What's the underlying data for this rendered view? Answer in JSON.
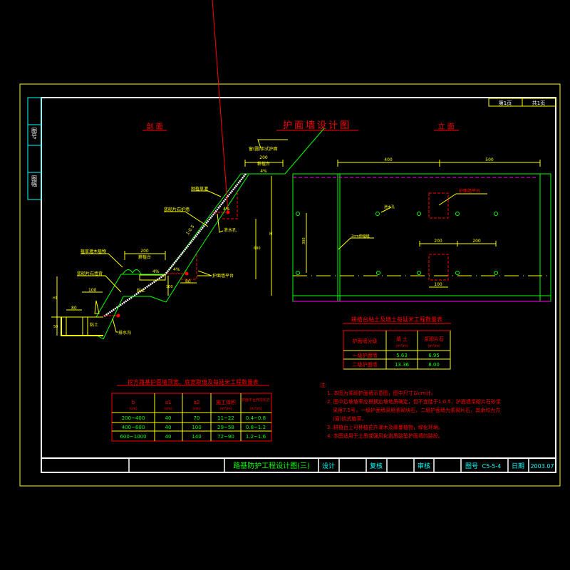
{
  "sheet": {
    "page_no": "第1页",
    "page_total": "共1页"
  },
  "side_labels": [
    "图号",
    "图幅"
  ],
  "titles": {
    "main": "护面墙设计图",
    "section": "剖  面",
    "elevation": "立  面"
  },
  "section_labels": {
    "top_label": "窗(圆)拱式护面",
    "platform_top_width": "200",
    "platform_top_name": "耕植台",
    "slope_4pct_a": "4%",
    "plant_cover": "种植草灌",
    "masonry": "浆砌片石护墙",
    "drain_hole": "泄水孔",
    "slope_ratio": "1:0.5",
    "grass": "植草灌木植物",
    "back_stone": "浆砌片石墙背",
    "bench_width": "200",
    "bench_name": "耕植台",
    "slope_4pct_b": "4%",
    "platform_mid": "护面墙平台",
    "clay": "粘土",
    "dim_80": "80",
    "dim_100": "100",
    "dim_100b": "100",
    "dim_80b": "80",
    "dim_h": "H",
    "dim_h1": "H1",
    "dim_h2": "600",
    "dim_50": "50",
    "clay_b": "粘土",
    "drain": "排水沟",
    "slope_4pct_c": "4%",
    "slope_4pct_d": "4%"
  },
  "elevation_labels": {
    "dim_left": "400",
    "dim_right": "500",
    "platform": "护面墙平台",
    "hole": "泄水孔",
    "expansion_joint": "2cm伸缩缝",
    "dim_200a": "200",
    "dim_200b": "200",
    "dim_100": "100",
    "dim_h": "300"
  },
  "table_a": {
    "title": "耕植台粘土及填土每延米工程数量表",
    "headers": [
      "护面墙分级",
      "填  土",
      "浆砌片石"
    ],
    "units": [
      "",
      "(m³/m)",
      "(m³/m)"
    ],
    "rows": [
      [
        "一级护面墙",
        "5.63",
        "6.95"
      ],
      [
        "二级护面墙",
        "13.36",
        "8.00"
      ]
    ]
  },
  "table_b": {
    "title": "挖方路基护面墙顶宽、底宽取值及每延米工程数量表",
    "headers": [
      "b",
      "a1",
      "a2",
      "施工体积",
      "护面平台开挖石方"
    ],
    "units": [
      "(cm)",
      "(cm)",
      "(cm)",
      "(m³/m)",
      "(m³/m)"
    ],
    "rows": [
      [
        "200~400",
        "40",
        "70",
        "11~22",
        "0.4~0.8"
      ],
      [
        "400~600",
        "40",
        "100",
        "29~58",
        "0.8~1.2"
      ],
      [
        "600~1000",
        "40",
        "140",
        "72~90",
        "1.2~1.6"
      ]
    ]
  },
  "notes": {
    "heading": "注:",
    "items": [
      "1. 本图为浆砌护面墙示意图，图中尺寸以cm计。",
      "2. 图中边坡坡率应根据边坡地质确定，但不宜陡于1:0.5，护面墙浆砌片石砂浆",
      "采用7.5号，一级护面墙采用浆砌块石，二级护面墙为浆砌片石，其余均为方",
      "(窗)拱式植草。",
      "3. 耕植台上可种植花卉灌木及藤蔓植物，绿化环境。",
      "4. 本图适用于土质或强风化岩质路堑护面墙的路段。"
    ]
  },
  "title_block": {
    "drawing_name": "路基防护工程设计图(三)",
    "design": "设计",
    "check": "复核",
    "review": "审核",
    "drawing_no_label": "图号",
    "drawing_no": "C5-5-4",
    "date_label": "日期",
    "date": "2003.07"
  },
  "colors": {
    "border": "#ffff00",
    "frame": "#ffffff",
    "text_red": "#ff0000",
    "line_green": "#00ff00",
    "title_cyan": "#00ffff"
  }
}
